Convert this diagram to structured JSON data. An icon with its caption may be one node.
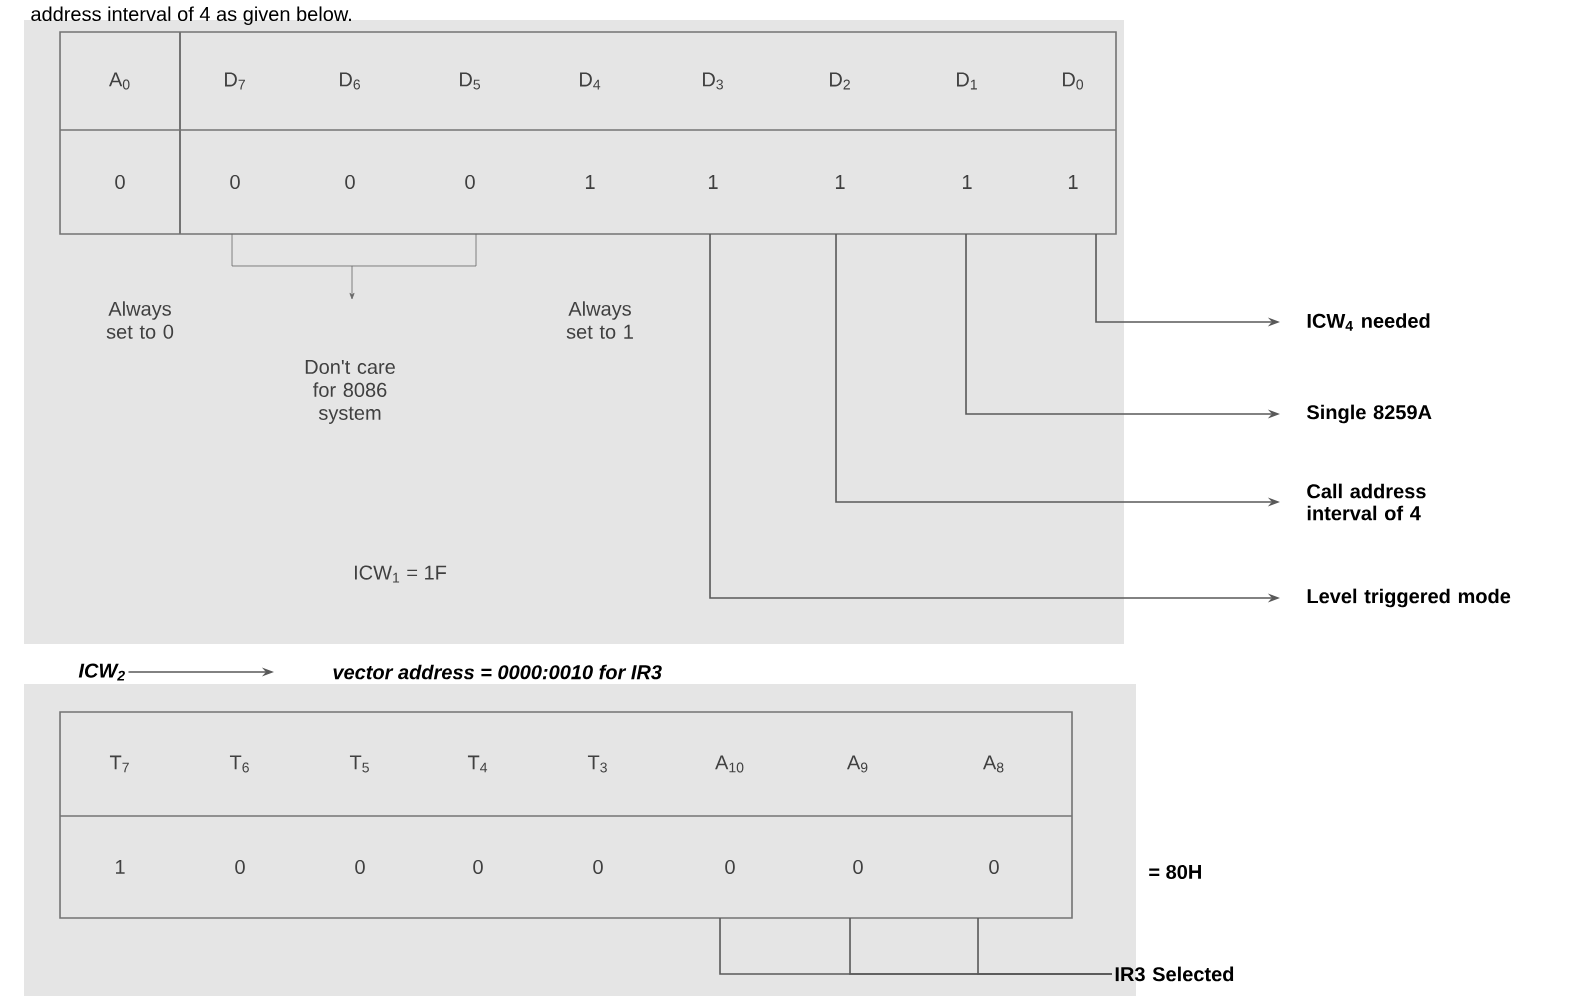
{
  "diagram": {
    "nodes": [
      {
        "text": [
          "A$_{0}$",
          "0"
        ]
      },
      {
        "text": [
          "D$_{7}$",
          "0"
        ]
      },
      {
        "text": [
          "D$_{6}$",
          "0"
        ]
      },
      {
        "text": [
          "D$_{5}$",
          "0"
        ]
      },
      {
        "text": [
          "D$_{4}$",
          "1"
        ]
      },
      {
        "text": [
          "D$_{3}$",
          "1"
        ]
      },
      {
        "text": [
          "D$_{2}$",
          "1"
        ]
      },
      {
        "text": [
          "D$_{1}$",
          "1"
        ]
      },
      {
        "text": [
          "D$_{0}$",
          "1"
        ]
      },
      {
        "text": [
          "ICW$_{4}$ needed"
        ]
      },
      {
        "text": [
          "Single 8259A"
        ]
      },
      {
        "text": [
          "Call address interval of 4"
        ]
      },
      {
        "text": [
          "Level triggered mode"
        ]
      },
      {
        "text": [
          "ICW$_{2}$"
        ]
      },
      {
        "text": [
          "vector address = 0000:0010 for IR3"
        ]
      },
      {
        "text": [
          "T$_{7}$",
          "1"
        ]
      },
      {
        "text": [
          "T$_{6}$",
          "0"
        ]
      },
      {
        "text": [
          "T$_{5}$",
          "0"
        ]
      },
      {
        "text": [
          "T$_{4}$",
          "0"
        ]
      },
      {
        "text": [
          "T$_{3}$",
          "0"
        ]
      },
      {
        "text": [
          "A$_{10}$",
          "0"
        ]
      },
      {
        "text": [
          "A$_{9}$",
          "0"
        ]
      },
      {
        "text": [
          "A$_{8}$",
          "0"
        ]
      },
      {
        "text": [
          "IR3 Selected"
        ]
      }
    ],
    "edges": [
      {
        "from": 8,
        "to": 9,
        "arrow": "to"
      },
      {
        "from": 7,
        "to": 10,
        "arrow": "to"
      },
      {
        "from": 6,
        "to": 11,
        "arrow": "to"
      },
      {
        "from": 5,
        "to": 12,
        "arrow": "to"
      },
      {
        "from": 13,
        "to": 14,
        "arrow": "to"
      },
      {
        "from": 20,
        "to": 23,
        "arrow": "none"
      },
      {
        "from": 21,
        "to": 23,
        "arrow": "none"
      },
      {
        "from": 22,
        "to": 23,
        "arrow": "none"
      }
    ],
    "labels": [
      "address interval of 4 as given below.",
      "Always set to 0",
      "Don't care for 8086 system",
      "Always set to 1",
      "ICW$_{1}$ = 1F",
      "= 80H"
    ]
  }
}
